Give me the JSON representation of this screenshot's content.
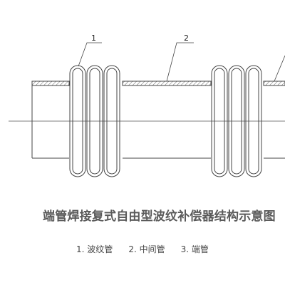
{
  "diagram": {
    "title": "端管焊接复式自由型波纹补偿器结构示意图",
    "callouts": [
      "1",
      "2"
    ],
    "legend": [
      {
        "number": "1.",
        "label": "波纹管"
      },
      {
        "number": "2.",
        "label": "中间管"
      },
      {
        "number": "3.",
        "label": "端管"
      }
    ]
  },
  "colors": {
    "line": "#444444",
    "hatch": "#666666",
    "text": "#5a5a5a"
  }
}
